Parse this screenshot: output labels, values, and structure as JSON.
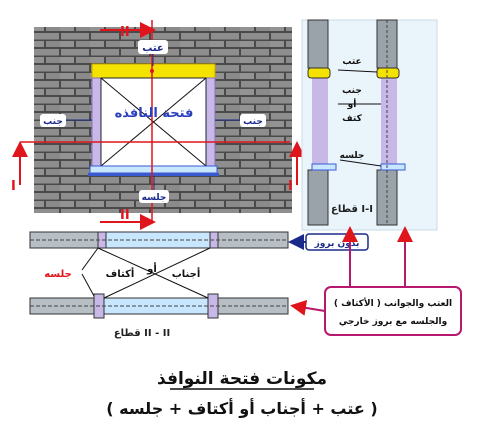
{
  "labels": {
    "lintel": "عتب",
    "jamb_left": "جنب",
    "jamb_right": "جنب",
    "opening": "فتحة النافذه",
    "sill": "جلسه",
    "roman_II": "II",
    "roman_I": "I",
    "sec1_lintel": "عتب",
    "sec1_jamb_line1": "جنب",
    "sec1_jamb_line2": "أو",
    "sec1_jamb_line3": "كتف",
    "sec1_sill": "جلسه",
    "sec1_caption": "قطاع I-I",
    "no_projection": "بدون بروز",
    "plan_sill": "جلسه",
    "plan_shoulders": "أكتاف",
    "plan_or": "أو",
    "plan_jambs": "أجناب",
    "sec2_caption": "قطاع II - II",
    "note_line1": "العتب والجوانب ( الأكتاف )",
    "note_line2": "والجلسه مع بروز خارجي",
    "title": "مكونات فتحة النوافذ",
    "subtitle": "( عتب + أجناب أو أكتاف + جلسه )"
  },
  "colors": {
    "brick": "#8d8d8d",
    "mortar": "#4a4a4a",
    "lintel": "#f4e200",
    "glass": "#c9e6ff",
    "jamb": "#c8b8e8",
    "wall_section": "#9aa3aa",
    "cut_line": "#e0151b",
    "callout": "#1a2a8a",
    "note_border": "#b5186e"
  }
}
